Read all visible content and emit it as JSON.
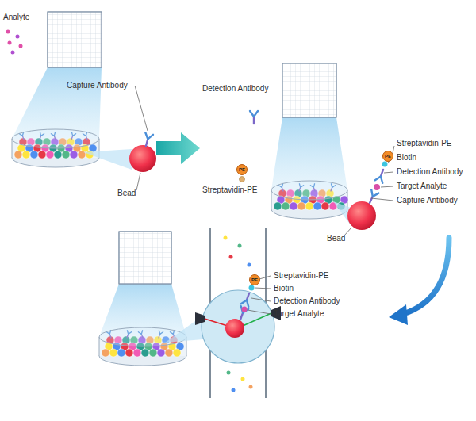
{
  "diagram": {
    "nodes": [
      {
        "text": [
          "PE"
        ]
      },
      {
        "text": [
          "PE"
        ]
      },
      {
        "text": [
          "PE"
        ]
      }
    ],
    "labels": [
      "Analyte",
      "Capture Antibody",
      "Bead",
      "Detection Antibody",
      "Streptavidin-PE",
      "Streptavidin-PE",
      "Biotin",
      "Detection Antibody",
      "Target Analyte",
      "Capture Antibody",
      "Bead",
      "Streptavidin-PE",
      "Biotin",
      "Detection Antibody",
      "Target Analyte"
    ]
  }
}
